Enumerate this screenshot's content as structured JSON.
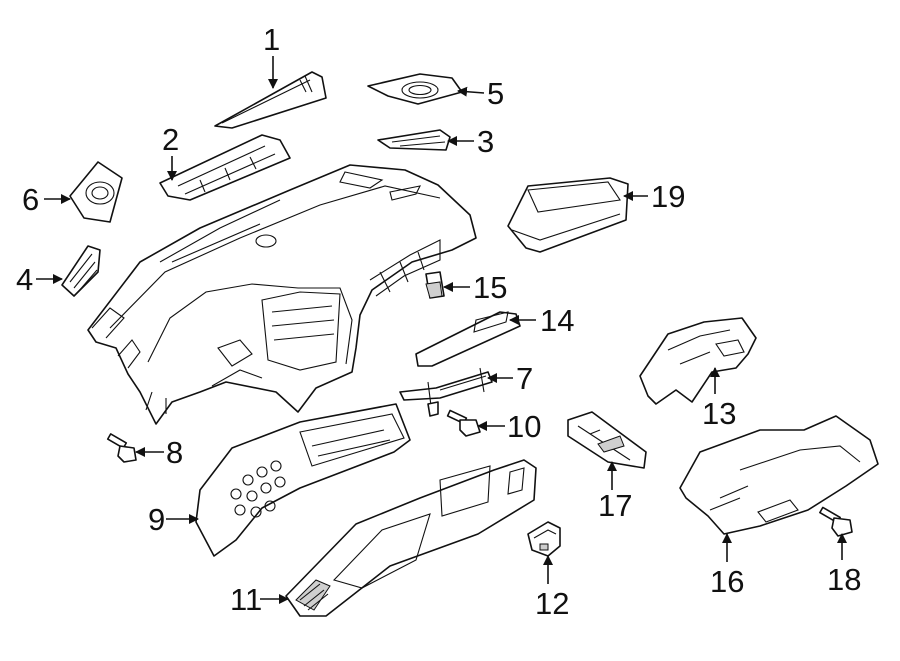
{
  "callouts": [
    {
      "id": "1",
      "label": "1"
    },
    {
      "id": "2",
      "label": "2"
    },
    {
      "id": "3",
      "label": "3"
    },
    {
      "id": "4",
      "label": "4"
    },
    {
      "id": "5",
      "label": "5"
    },
    {
      "id": "6",
      "label": "6"
    },
    {
      "id": "7",
      "label": "7"
    },
    {
      "id": "8",
      "label": "8"
    },
    {
      "id": "9",
      "label": "9"
    },
    {
      "id": "10",
      "label": "10"
    },
    {
      "id": "11",
      "label": "11"
    },
    {
      "id": "12",
      "label": "12"
    },
    {
      "id": "13",
      "label": "13"
    },
    {
      "id": "14",
      "label": "14"
    },
    {
      "id": "15",
      "label": "15"
    },
    {
      "id": "16",
      "label": "16"
    },
    {
      "id": "17",
      "label": "17"
    },
    {
      "id": "18",
      "label": "18"
    },
    {
      "id": "19",
      "label": "19"
    }
  ]
}
